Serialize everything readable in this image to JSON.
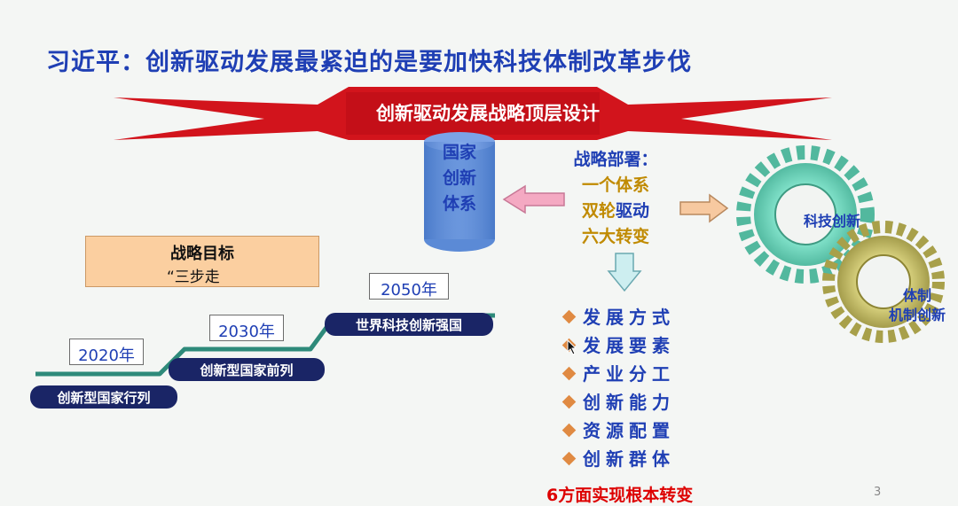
{
  "slide": {
    "title": "习近平：创新驱动发展最紧迫的是要加快科技体制改革步伐",
    "banner": "创新驱动发展战略顶层设计",
    "national_system": [
      "国家",
      "创新",
      "体系"
    ],
    "deployment": {
      "heading": "战略部署：",
      "items": [
        {
          "text": "一个体系",
          "color": "#c08a00"
        },
        {
          "text_a": "双轮",
          "text_b": "驱动"
        },
        {
          "text": "六大转变",
          "color": "#c08a00"
        }
      ]
    },
    "goal": {
      "title": "战略目标",
      "subtitle": "“三步走"
    },
    "timeline": [
      {
        "year": "2020年",
        "label": "创新型国家行列"
      },
      {
        "year": "2030年",
        "label": "创新型国家前列"
      },
      {
        "year": "2050年",
        "label": "世界科技创新强国"
      }
    ],
    "transformations": [
      "发展方式",
      "发展要素",
      "产业分工",
      "创新能力",
      "资源配置",
      "创新群体"
    ],
    "conclusion": "6方面实现根本转变",
    "gears": {
      "gear1": "科技创新",
      "gear2_line1": "体制",
      "gear2_line2": "机制创新"
    },
    "page_number": "3",
    "colors": {
      "title_blue": "#1f3fb4",
      "banner_red": "#d2141c",
      "gold": "#c08a00",
      "pill_navy": "#1a2566",
      "goal_box": "#fbcfa0",
      "gear_teal": "#56c8b0",
      "gear_olive": "#b5ad54"
    }
  }
}
